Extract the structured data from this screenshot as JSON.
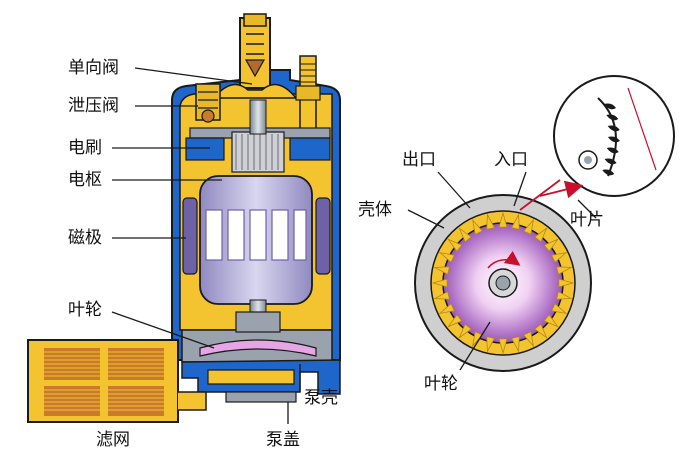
{
  "labels": {
    "check_valve": "单向阀",
    "relief_valve": "泄压阀",
    "brush": "电刷",
    "armature": "电枢",
    "magnet_pole": "磁极",
    "impeller_left": "叶轮",
    "filter": "滤网",
    "pump_housing": "泵壳",
    "pump_cover": "泵盖",
    "outlet": "出口",
    "inlet": "入口",
    "casing": "壳体",
    "blade": "叶片",
    "impeller_right": "叶轮"
  },
  "colors": {
    "outline": "#1a1a1a",
    "shell_blue": "#1e66c9",
    "fuel_yellow": "#f4c430",
    "armature_purple": "#b7b2db",
    "magnet_purple": "#6d62a8",
    "copper": "#c97a2b",
    "grey_metal": "#9aa3ad",
    "pink_impeller": "#e6a6e6",
    "casing_grey": "#cfcfcf",
    "arrow_red": "#c8102e"
  }
}
